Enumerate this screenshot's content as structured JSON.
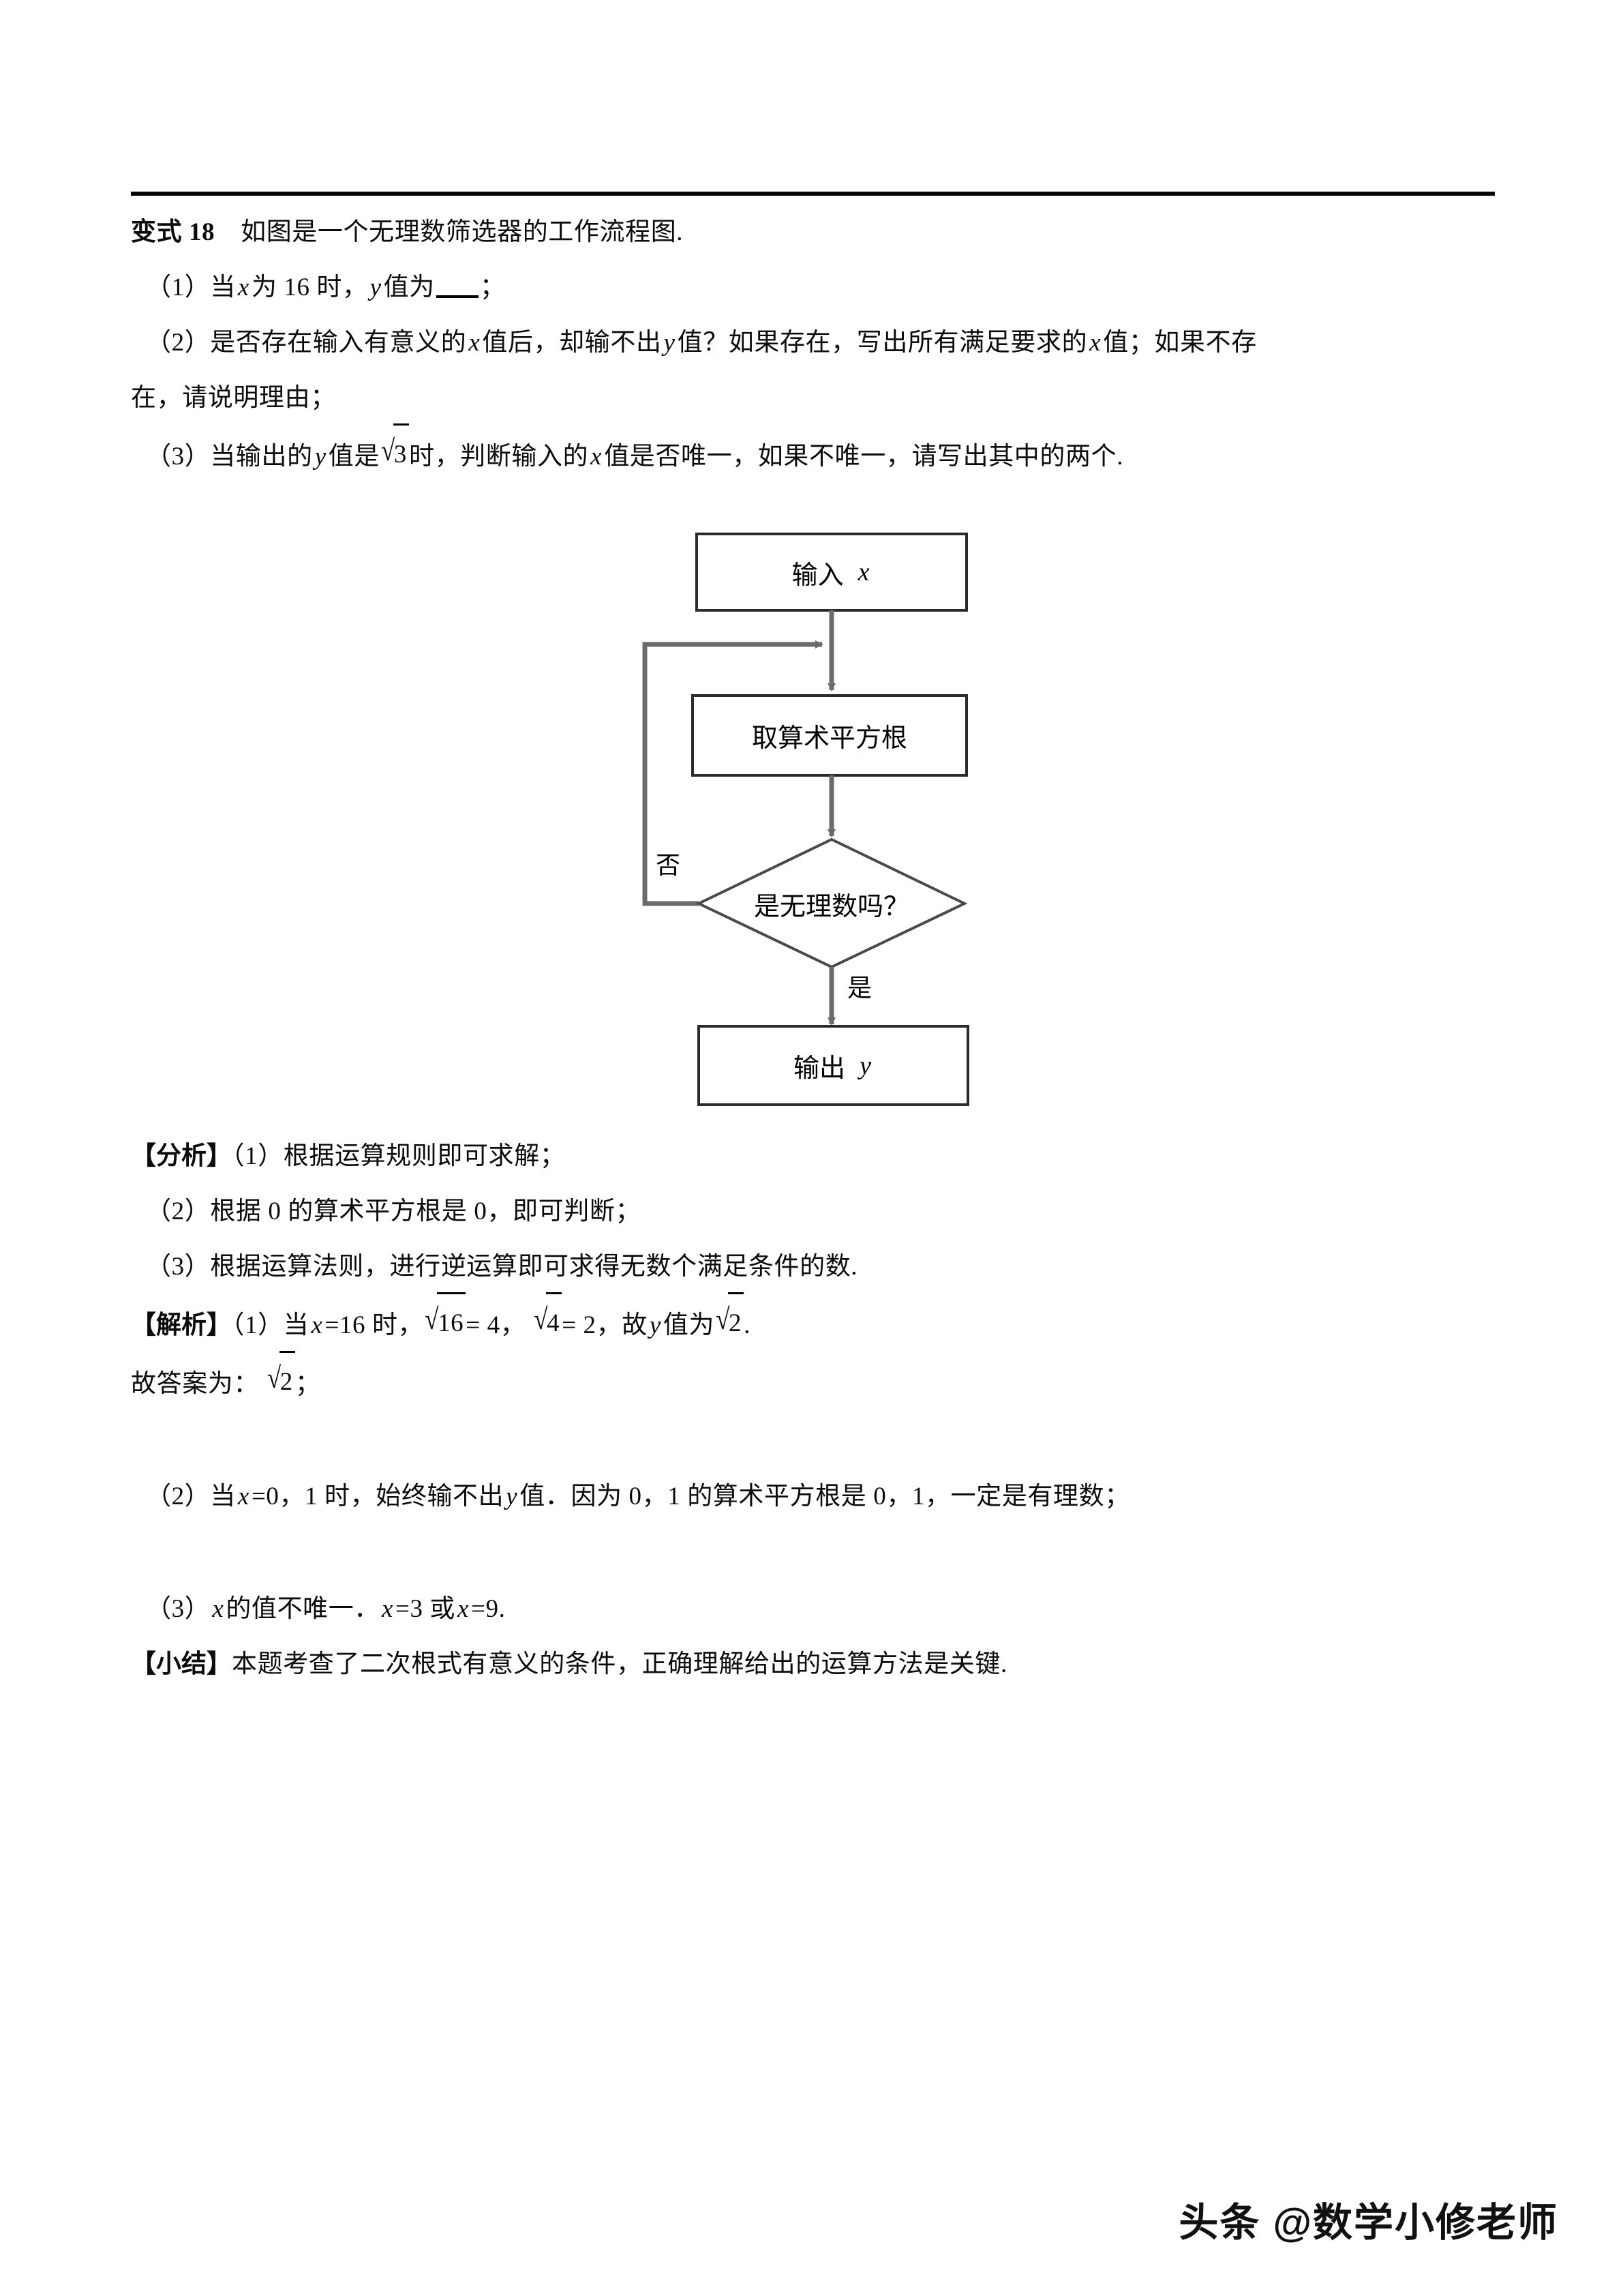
{
  "document": {
    "problem_label": "变式 18",
    "problem_intro": "如图是一个无理数筛选器的工作流程图.",
    "question_1_a": "（1）当",
    "question_1_b": "为 16 时，",
    "question_1_c": "值为",
    "question_1_d": "；",
    "question_2_a": "（2）是否存在输入有意义的",
    "question_2_b": "值后，却输不出",
    "question_2_c": "值？如果存在，写出所有满足要求的",
    "question_2_d": "值；如果不存",
    "question_2_line2": "在，请说明理由；",
    "question_3_a": "（3）当输出的",
    "question_3_b": "值是",
    "question_3_radicand": "3",
    "question_3_c": "时，判断输入的",
    "question_3_d": "值是否唯一，如果不唯一，请写出其中的两个.",
    "analysis_tag": "【分析】",
    "analysis_1": "（1）根据运算规则即可求解；",
    "analysis_2": "（2）根据 0 的算术平方根是 0，即可判断；",
    "analysis_3": "（3）根据运算法则，进行逆运算即可求得无数个满足条件的数.",
    "solution_tag": "【解析】",
    "solution_1_a": "（1）当",
    "solution_1_b": "=16 时，",
    "solution_1_rad1": "16",
    "solution_1_eq1": "= 4，",
    "solution_1_rad2": "4",
    "solution_1_eq2": "= 2，故",
    "solution_1_c": "值为",
    "solution_1_rad3": "2",
    "solution_1_period": ".",
    "solution_answer_prefix": "故答案为：",
    "solution_answer_rad": "2",
    "solution_answer_suffix": "；",
    "solution_2_a": "（2）当",
    "solution_2_b": "=0，1 时，始终输不出",
    "solution_2_c": "值．因为 0，1 的算术平方根是 0，1，一定是有理数；",
    "solution_3_a": "（3）",
    "solution_3_b": "的值不唯一．",
    "solution_3_c": "=3 或",
    "solution_3_d": "=9.",
    "summary_tag": "【小结】",
    "summary_text": "本题考查了二次根式有意义的条件，正确理解给出的运算方法是关键.",
    "var_x": "x",
    "var_y": "y"
  },
  "flowchart": {
    "nodes": [
      {
        "id": "input",
        "label_cn": "输入",
        "label_var": "x",
        "shape": "rectangle"
      },
      {
        "id": "process",
        "label_cn": "取算术平方根",
        "label_var": "",
        "shape": "rectangle"
      },
      {
        "id": "decision",
        "label_cn": "是无理数吗？",
        "label_var": "",
        "shape": "diamond"
      },
      {
        "id": "output",
        "label_cn": "输出",
        "label_var": "y",
        "shape": "rectangle"
      }
    ],
    "edge_label_no": "否",
    "edge_label_yes": "是",
    "stroke_color": "#2b2b2b",
    "arrow_color": "#6b6b6b"
  },
  "footer": {
    "watermark": "头条 @数学小修老师"
  }
}
